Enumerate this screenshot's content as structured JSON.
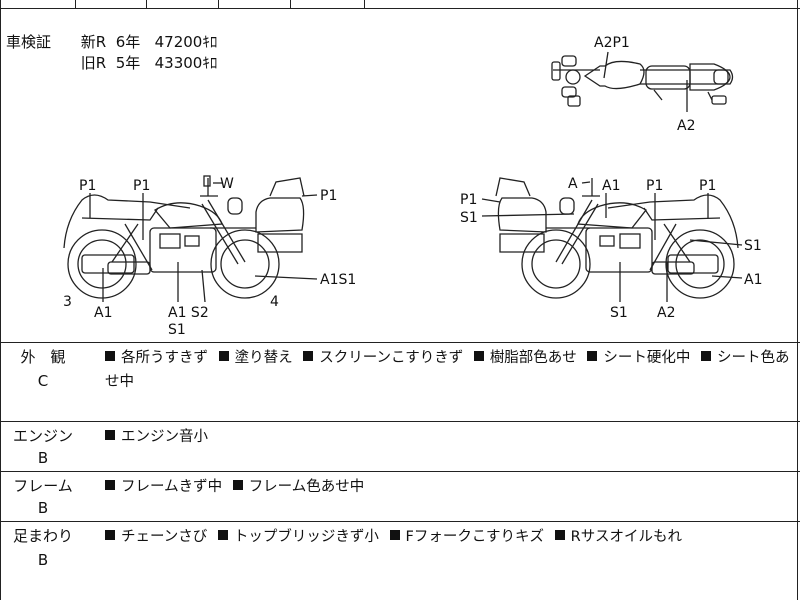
{
  "certificate": {
    "label": "車検証",
    "rows": [
      {
        "type": "新R",
        "years": "6年",
        "distance": "47200ｷﾛ"
      },
      {
        "type": "旧R",
        "years": "5年",
        "distance": "43300ｷﾛ"
      }
    ]
  },
  "diagram_labels": {
    "top_view": [
      "A2P1",
      "A2"
    ],
    "left_view": [
      "P1",
      "P1",
      "W",
      "P1",
      "A1S1",
      "3",
      "A1",
      "A1 S2",
      "S1",
      "4"
    ],
    "right_view": [
      "A",
      "A1",
      "P1",
      "P1",
      "P1",
      "S1",
      "S1",
      "A1",
      "S1",
      "A2"
    ]
  },
  "sections": [
    {
      "title": "外　観",
      "grade": "C",
      "items": [
        "各所うすきず",
        "塗り替え",
        "スクリーンこすりきず",
        "樹脂部色あせ",
        "シート硬化中",
        "シート色あせ中"
      ]
    },
    {
      "title": "エンジン",
      "grade": "B",
      "items": [
        "エンジン音小"
      ]
    },
    {
      "title": "フレーム",
      "grade": "B",
      "items": [
        "フレームきず中",
        "フレーム色あせ中"
      ]
    },
    {
      "title": "足まわり",
      "grade": "B",
      "items": [
        "チェーンさび",
        "トップブリッジきず小",
        "Fフォークこすりキズ",
        "Rサスオイルもれ"
      ]
    }
  ]
}
